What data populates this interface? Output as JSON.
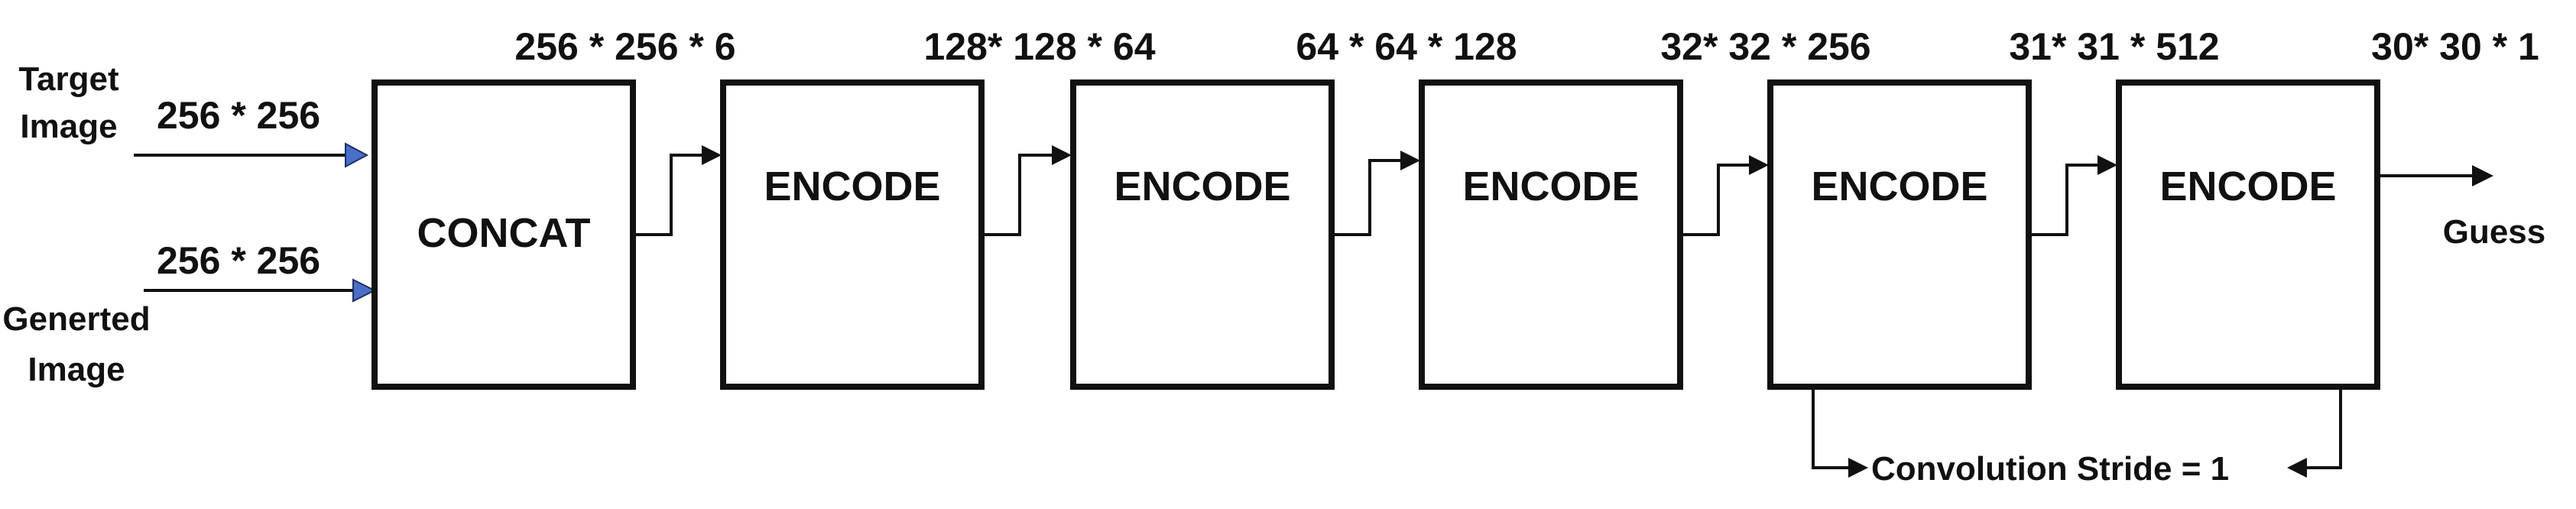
{
  "inputs": {
    "target": {
      "label_line1": "Target",
      "label_line2": "Image",
      "size": "256 * 256"
    },
    "generated": {
      "label_line1": "Generted",
      "label_line2": "Image",
      "size": "256 * 256"
    }
  },
  "blocks": [
    "CONCAT",
    "ENCODE",
    "ENCODE",
    "ENCODE",
    "ENCODE",
    "ENCODE"
  ],
  "dims": [
    "256 * 256 * 6",
    "128* 128 * 64",
    "64 * 64 * 128",
    "32* 32 * 256",
    "31* 31 * 512",
    "30* 30 * 1"
  ],
  "output": {
    "label": "Guess"
  },
  "note": {
    "label": "Convolution Stride = 1"
  },
  "colors": {
    "stroke": "#111111",
    "input_arrowhead": "#4a6fc9",
    "background": "#ffffff"
  }
}
